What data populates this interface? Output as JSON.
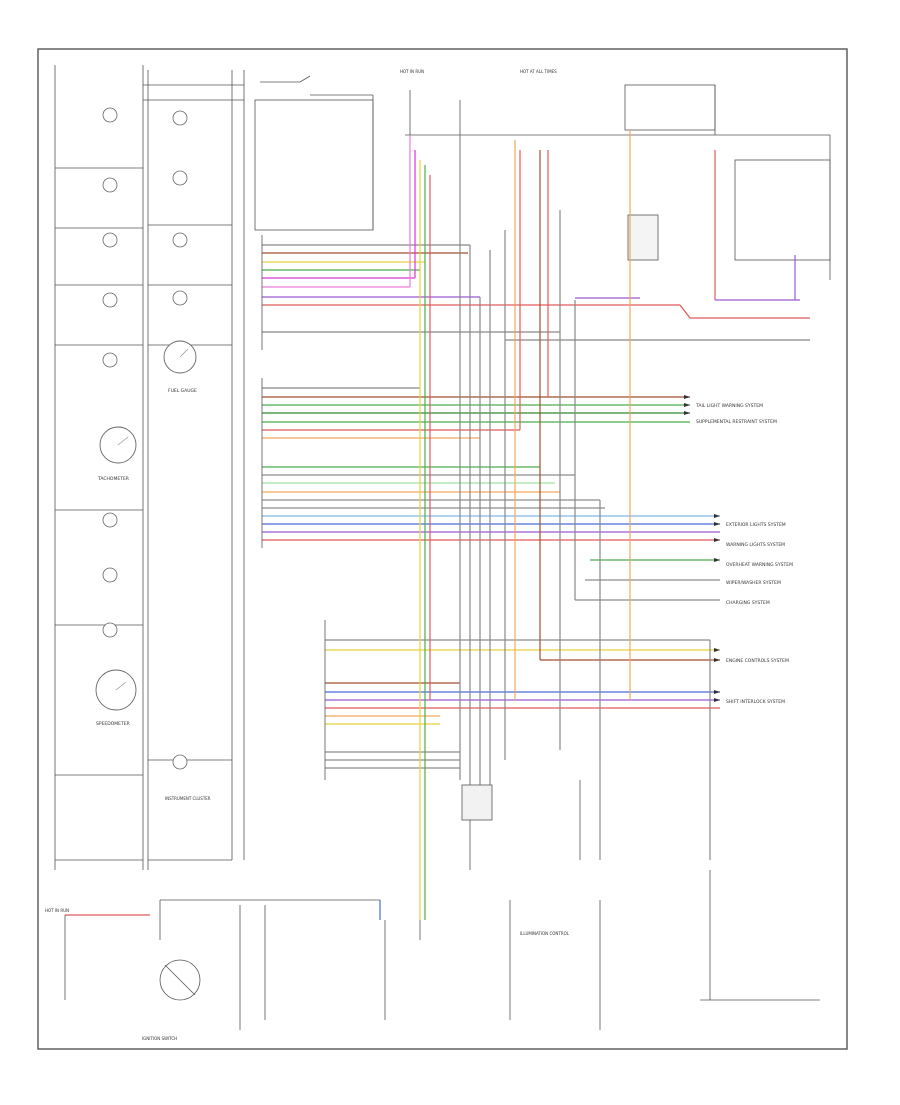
{
  "diagram": {
    "power_labels": {
      "hot_run": "HOT IN RUN",
      "hot_always": "HOT AT ALL TIMES"
    },
    "component_labels": {
      "fuel_gauge": "FUEL GAUGE",
      "tachometer": "TACHOMETER",
      "speedometer": "SPEEDOMETER",
      "instrument_cluster": "INSTRUMENT CLUSTER",
      "ignition_switch": "IGNITION SWITCH",
      "illumination_control": "ILLUMINATION CONTROL",
      "hot_in_run": "HOT IN RUN"
    },
    "system_labels": [
      "TAIL LIGHT WARNING SYSTEM",
      "SUPPLEMENTAL RESTRAINT SYSTEM",
      "EXTERIOR LIGHTS SYSTEM",
      "WARNING LIGHTS SYSTEM",
      "OVERHEAT WARNING SYSTEM",
      "WIPER/WASHER SYSTEM",
      "CHARGING SYSTEM",
      "ENGINE CONTROLS SYSTEM",
      "SHIFT INTERLOCK SYSTEM"
    ],
    "wire_colors": {
      "pink": "#f07ad8",
      "magenta": "#d63bd6",
      "yellow": "#e8d23a",
      "green": "#4cae4c",
      "darkgreen": "#2e8b2e",
      "blue": "#4a6bd8",
      "violet": "#9b59d0",
      "red": "#e25a5a",
      "orange": "#f2a65a",
      "brown": "#a0522d",
      "gray": "#8c8c8c",
      "lightgreen": "#9fe09f",
      "lightblue": "#7fb8e8",
      "black": "#333333"
    }
  }
}
